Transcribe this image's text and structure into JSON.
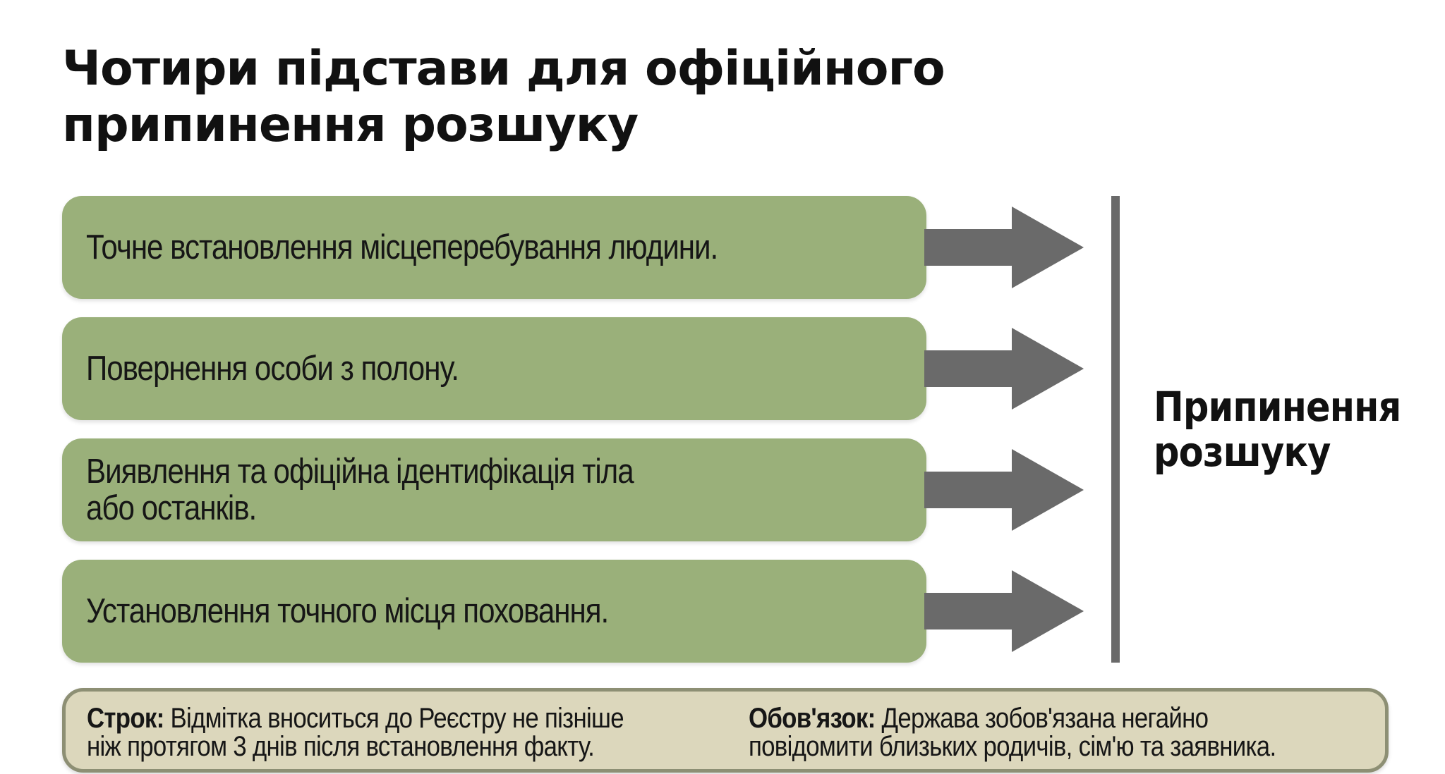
{
  "title": {
    "line1": "Чотири підстави для офіційного",
    "line2": "припинення розшуку"
  },
  "grounds": [
    {
      "lines": [
        "Точне встановлення місцеперебування людини."
      ]
    },
    {
      "lines": [
        "Повернення особи з полону."
      ]
    },
    {
      "lines": [
        "Виявлення та офіційна ідентифікація тіла",
        "або останків."
      ]
    },
    {
      "lines": [
        "Установлення точного місця поховання."
      ]
    }
  ],
  "result": {
    "line1": "Припинення",
    "line2": "розшуку"
  },
  "notes": {
    "deadline": {
      "label": "Строк:",
      "line1": " Відмітка вноситься до Реєстру не пізніше",
      "line2": "ніж протягом 3 днів після встановлення факту."
    },
    "obligation": {
      "label": "Обов'язок:",
      "line1": " Держава зобов'язана негайно",
      "line2": "повідомити близьких родичів, сім'ю та заявника."
    }
  },
  "colors": {
    "box_fill": "#9ab07a",
    "arrow_fill": "#6a6a6a",
    "divider": "#6a6a6a",
    "footer_fill": "#dcd7bc",
    "footer_border": "#8d8f74"
  }
}
